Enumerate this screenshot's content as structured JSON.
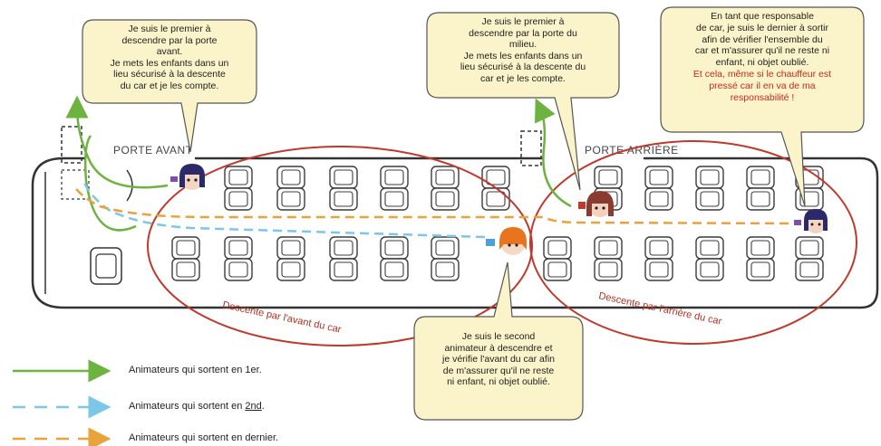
{
  "bus": {
    "front_door_label": "PORTE AVANT",
    "rear_door_label": "PORTE ARRIÈRE",
    "zone_front_label": "Descente par l'avant du car",
    "zone_rear_label": "Descente par l'arrière du car"
  },
  "bubbles": {
    "front": {
      "line1": "Je suis le premier à",
      "line2": "descendre par la porte",
      "line3": "avant.",
      "line4": "Je mets les enfants dans un",
      "line5": "lieu sécurisé à la descente",
      "line6": "du car et je les compte."
    },
    "middle": {
      "line1": "Je suis le premier à",
      "line2": "descendre par la porte du",
      "line3": "milieu.",
      "line4": "Je mets les enfants dans un",
      "line5": "lieu sécurisé à la descente du",
      "line6": "car et je les compte."
    },
    "rear": {
      "line1": "En tant que responsable",
      "line2": "de car, je suis le dernier à sortir",
      "line3": "afin de  vérifier l'ensemble du",
      "line4": "car et m'assurer qu'il ne reste ni",
      "line5": "enfant, ni objet oublié.",
      "line6": "Et cela, même si le chauffeur est",
      "line7": "pressé car il en va de ma",
      "line8": "responsabilité !"
    },
    "second": {
      "line1": "Je suis le second",
      "line2": "animateur à descendre et",
      "line3": "je vérifie l'avant du car afin",
      "line4": "de m'assurer qu'il ne reste",
      "line5": "ni enfant, ni objet oublié."
    }
  },
  "legend": {
    "first": "Animateurs qui sortent en 1er.",
    "second_prefix": "Animateurs qui sortent en ",
    "second_word": "2nd",
    "second_suffix": ".",
    "last": "Animateurs qui sortent en dernier."
  },
  "colors": {
    "green": "#6db33f",
    "cyan": "#7cc6e8",
    "orange": "#e8a33a",
    "red_outline": "#c0392b",
    "bubble_fill": "#fbf3c9",
    "seat": "#3c3c3c"
  }
}
